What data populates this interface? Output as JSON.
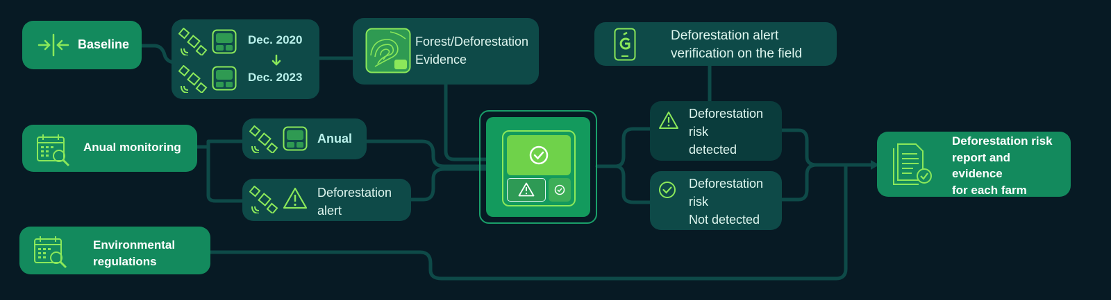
{
  "colors": {
    "background": "#071a24",
    "bright_node": "#138a5d",
    "dark_node": "#0e4a48",
    "connector": "#0e4a48",
    "icon_green": "#8be85a"
  },
  "nodes": {
    "baseline": {
      "label": "Baseline",
      "icon": "arrows-inward-icon"
    },
    "baseline_dates": {
      "start": "Dec. 2020",
      "end": "Dec. 2023",
      "icons": [
        "satellite-icon",
        "map-tile-icon"
      ]
    },
    "evidence": {
      "label": "Forest/Deforestation\nEvidence",
      "icon": "topographic-map-icon"
    },
    "field_verification": {
      "label": "Deforestation alert\nverification on the field",
      "icon": "mobile-app-icon"
    },
    "annual_monitoring": {
      "label": "Anual monitoring",
      "icon": "calendar-search-icon"
    },
    "annual": {
      "label": "Anual",
      "icons": [
        "satellite-icon",
        "map-tile-icon"
      ]
    },
    "deforestation_alert": {
      "label": "Deforestation\nalert",
      "icons": [
        "satellite-icon",
        "warning-icon"
      ]
    },
    "environmental_regulations": {
      "label": "Environmental\nregulations",
      "icon": "calendar-search-icon"
    },
    "analysis_hub": {
      "icons": [
        "check-icon",
        "warning-icon",
        "small-check-icon"
      ]
    },
    "risk_detected": {
      "label": "Deforestation\nrisk\ndetected",
      "icon": "warning-icon"
    },
    "risk_not_detected": {
      "label": "Deforestation\nrisk\nNot detected",
      "icon": "check-circle-icon"
    },
    "report": {
      "label": "Deforestation risk\nreport and\nevidence\nfor each farm",
      "icon": "document-check-icon"
    }
  }
}
